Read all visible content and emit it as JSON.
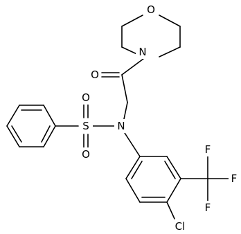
{
  "molecule": {
    "atoms": {
      "morpholine_o": "O",
      "morpholine_n": "N",
      "carbonyl_o": "O",
      "sulfonamide_n": "N",
      "sulfur": "S",
      "sulfonyl_o_top": "O",
      "sulfonyl_o_bottom": "O",
      "chlorine": "Cl",
      "fluorine_top": "F",
      "fluorine_right": "F",
      "fluorine_bottom": "F"
    }
  },
  "colors": {
    "bond": "#000000",
    "background": "#ffffff"
  }
}
